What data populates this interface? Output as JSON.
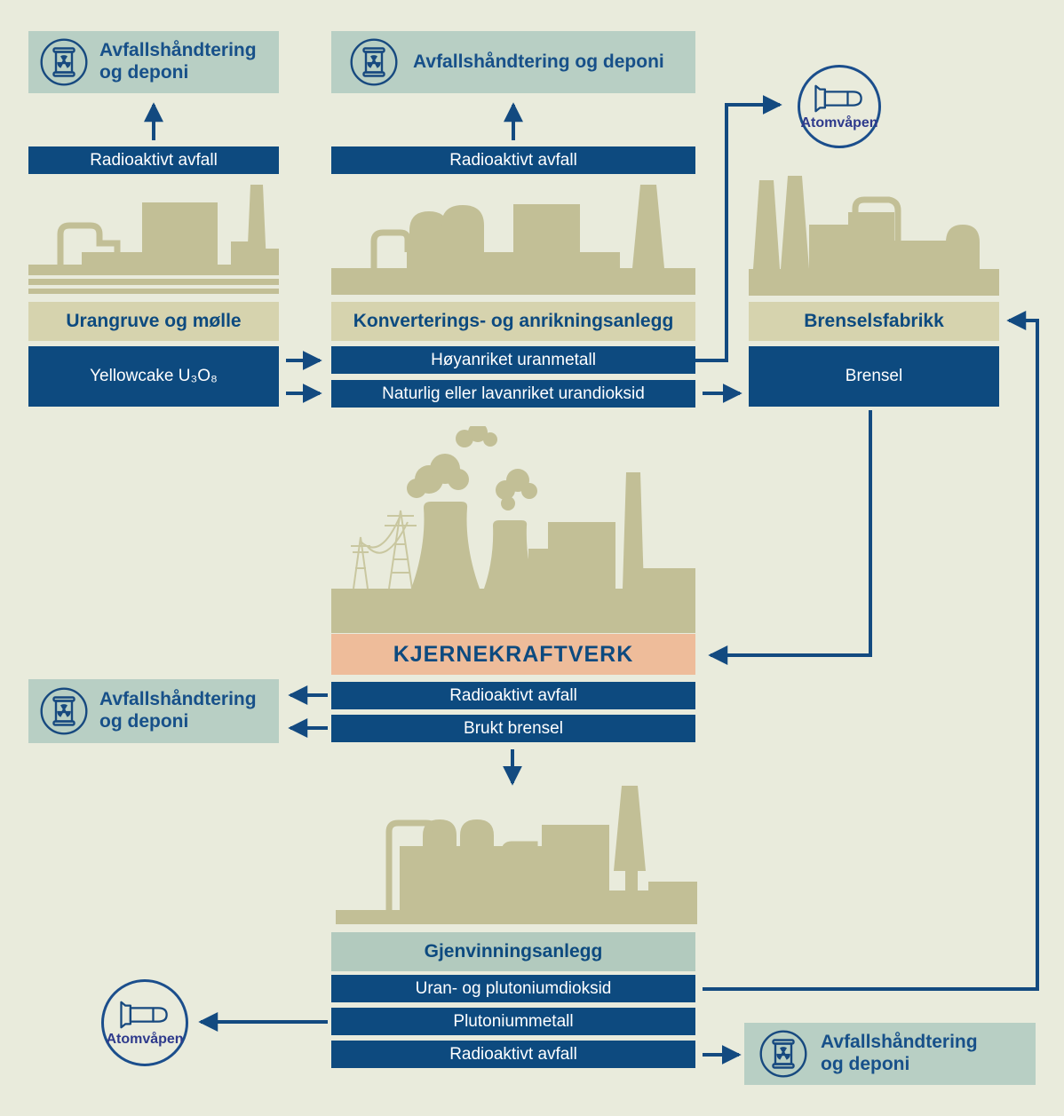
{
  "colors": {
    "background": "#e9ebdc",
    "navy_box": "#0d4a7f",
    "arrow": "#134a80",
    "sage_panel": "#b8cfc4",
    "khaki_silhouette": "#c2bf96",
    "khaki_label_bar": "#d6d3ae",
    "sage_label_bar": "#b2cabe",
    "salmon_bar": "#eebc9a",
    "weapon_text": "#2e3a8c"
  },
  "top_left": {
    "waste_label": "Avfallshåndtering\nog deponi",
    "waste_flow": "Radioaktivt avfall",
    "facility": "Urangruve og mølle",
    "product": "Yellowcake U₃O₈"
  },
  "top_center": {
    "waste_label": "Avfallshåndtering og deponi",
    "waste_flow": "Radioaktivt avfall",
    "facility": "Konverterings- og anrikningsanlegg",
    "product_1": "Høyanriket uranmetall",
    "product_2": "Naturlig eller lavanriket urandioksid"
  },
  "top_right": {
    "weapon_label": "Atomvåpen",
    "facility": "Brenselsfabrikk",
    "product": "Brensel"
  },
  "center": {
    "facility": "KJERNEKRAFTVERK",
    "output_1": "Radioaktivt avfall",
    "output_2": "Brukt brensel",
    "waste_label": "Avfallshåndtering\nog deponi"
  },
  "bottom": {
    "facility": "Gjenvinningsanlegg",
    "product_1": "Uran- og plutoniumdioksid",
    "product_2": "Plutoniummetall",
    "product_3": "Radioaktivt avfall",
    "weapon_label": "Atomvåpen",
    "waste_label": "Avfallshåndtering\nog deponi"
  }
}
